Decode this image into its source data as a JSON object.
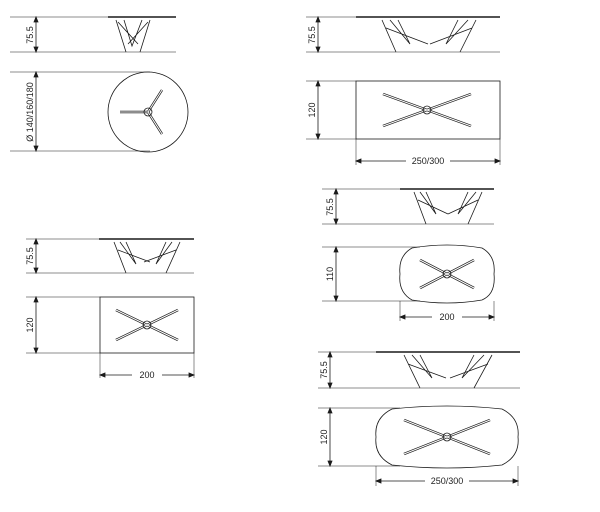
{
  "colors": {
    "line": "#1a1a1a",
    "frame": "#333333",
    "thin": "#555555"
  },
  "views": [
    {
      "id": "round",
      "height_label": "75.5",
      "depth_label": "Ø 140/160/180",
      "width_label": ""
    },
    {
      "id": "rect200",
      "height_label": "75.5",
      "depth_label": "120",
      "width_label": "200"
    },
    {
      "id": "rect250",
      "height_label": "75.5",
      "depth_label": "120",
      "width_label": "250/300"
    },
    {
      "id": "shaped200",
      "height_label": "75.5",
      "depth_label": "110",
      "width_label": "200"
    },
    {
      "id": "shaped250",
      "height_label": "75.5",
      "depth_label": "120",
      "width_label": "250/300"
    }
  ]
}
